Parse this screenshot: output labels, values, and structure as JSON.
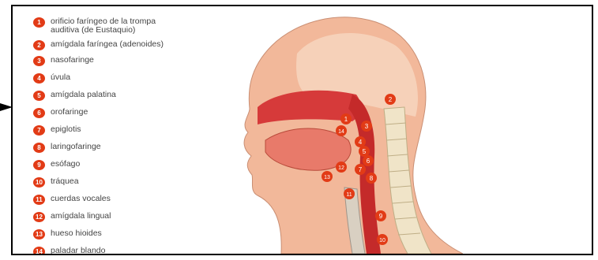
{
  "legend": [
    {
      "num": "1",
      "label": "orificio faríngeo de la trompa auditiva (de Eustaquio)"
    },
    {
      "num": "2",
      "label": "amígdala faríngea (adenoides)"
    },
    {
      "num": "3",
      "label": "nasofaringe"
    },
    {
      "num": "4",
      "label": "úvula"
    },
    {
      "num": "5",
      "label": "amígdala palatina"
    },
    {
      "num": "6",
      "label": "orofaringe"
    },
    {
      "num": "7",
      "label": "epiglotis"
    },
    {
      "num": "8",
      "label": "laringofaringe"
    },
    {
      "num": "9",
      "label": "esófago"
    },
    {
      "num": "10",
      "label": "tráquea"
    },
    {
      "num": "11",
      "label": "cuerdas vocales"
    },
    {
      "num": "12",
      "label": "amígdala lingual"
    },
    {
      "num": "13",
      "label": "hueso hioides"
    },
    {
      "num": "14",
      "label": "paladar blando"
    }
  ],
  "markers": [
    "1",
    "2",
    "3",
    "4",
    "5",
    "6",
    "7",
    "8",
    "9",
    "10",
    "11",
    "12",
    "13",
    "14"
  ],
  "colors": {
    "badge": "#e23b16",
    "tissue": "#d63a3a",
    "skin": "#f2b89a",
    "bone": "#f0e4c8"
  }
}
